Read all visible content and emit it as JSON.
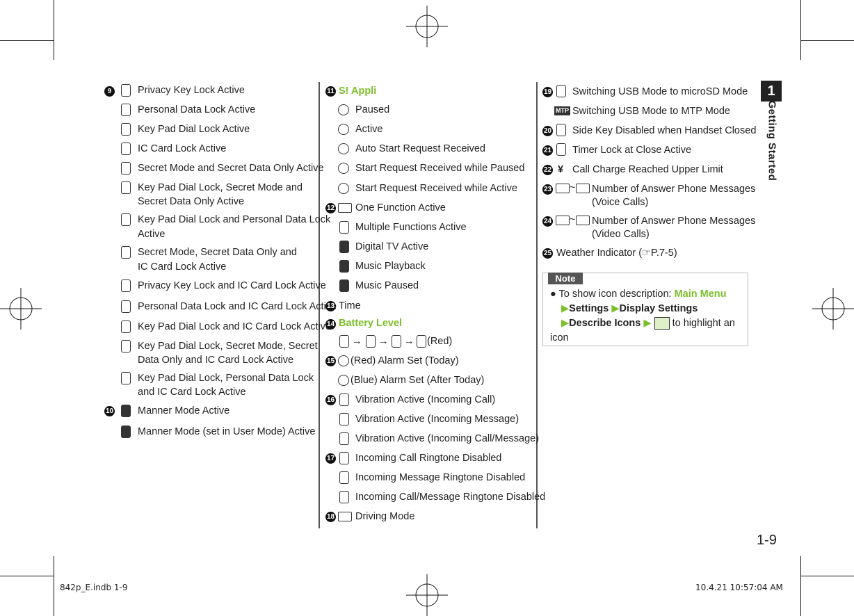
{
  "column1": {
    "n9": "9",
    "n10": "10",
    "rows": [
      "Privacy Key Lock Active",
      "Personal Data Lock Active",
      "Key Pad Dial Lock Active",
      "IC Card Lock Active",
      "Secret Mode and Secret Data Only Active",
      "Key Pad Dial Lock, Secret Mode and",
      "Secret Data Only Active",
      "Key Pad Dial Lock and Personal Data Lock",
      "Active",
      "Secret Mode, Secret Data Only and",
      "IC Card Lock Active",
      "Privacy Key Lock and IC Card Lock Active",
      "Personal Data Lock and IC Card Lock Active",
      "Key Pad Dial Lock and IC Card Lock Active",
      "Key Pad Dial Lock, Secret Mode, Secret",
      "Data Only and IC Card Lock Active",
      "Key Pad Dial Lock, Personal Data Lock",
      "and IC Card Lock Active",
      "Manner Mode Active",
      "Manner Mode (set in User Mode) Active"
    ]
  },
  "column2": {
    "n11": "11",
    "n12": "12",
    "n13": "13",
    "n14": "14",
    "n15": "15",
    "n16": "16",
    "n17": "17",
    "n18": "18",
    "sappli": "S! Appli",
    "paused": "Paused",
    "active": "Active",
    "auto_start": "Auto Start Request Received",
    "start_paused": "Start Request Received while Paused",
    "start_active": "Start Request Received while Active",
    "one_function": "One Function Active",
    "multiple": "Multiple Functions Active",
    "digital_tv": "Digital TV Active",
    "music_playback": "Music Playback",
    "music_paused": "Music Paused",
    "time": "Time",
    "battery": "Battery Level",
    "battery_red": "(Red)",
    "alarm_today": "(Red)  Alarm Set (Today)",
    "alarm_after": "(Blue) Alarm Set (After Today)",
    "vib_call": "Vibration Active (Incoming Call)",
    "vib_msg": "Vibration Active (Incoming Message)",
    "vib_both": "Vibration Active (Incoming Call/Message)",
    "ring_call": "Incoming Call Ringtone Disabled",
    "ring_msg": "Incoming Message Ringtone Disabled",
    "ring_both": "Incoming Call/Message Ringtone Disabled",
    "driving": "Driving Mode"
  },
  "column3": {
    "n19": "19",
    "n20": "20",
    "n21": "21",
    "n22": "22",
    "n23": "23",
    "n24": "24",
    "n25": "25",
    "usb_sd": "Switching USB Mode to microSD Mode",
    "usb_mtp": "Switching USB Mode to MTP Mode",
    "side_key": "Side Key Disabled when Handset Closed",
    "timer_lock": "Timer Lock at Close Active",
    "call_charge": "Call Charge Reached Upper Limit",
    "voice_msgs_1": "Number of Answer Phone Messages",
    "voice_msgs_2": "(Voice Calls)",
    "video_msgs_1": "Number of Answer Phone Messages",
    "video_msgs_2": "(Video Calls)",
    "weather": "Weather Indicator (",
    "weather_ref": "P.7-5)",
    "yen": "¥",
    "mtp": "MTP"
  },
  "note": {
    "title": "Note",
    "line1_a": "To show icon description: ",
    "line1_b": "Main Menu",
    "line2_a": "Settings",
    "line2_b": "Display Settings",
    "line3_a": "Describe Icons",
    "line3_b": " to highlight an",
    "line4": "icon"
  },
  "side": {
    "chapter": "1",
    "title": "Getting Started",
    "page": "1-9"
  },
  "footer": {
    "left": "842p_E.indb   1-9",
    "right": "10.4.21   10:57:04 AM"
  }
}
